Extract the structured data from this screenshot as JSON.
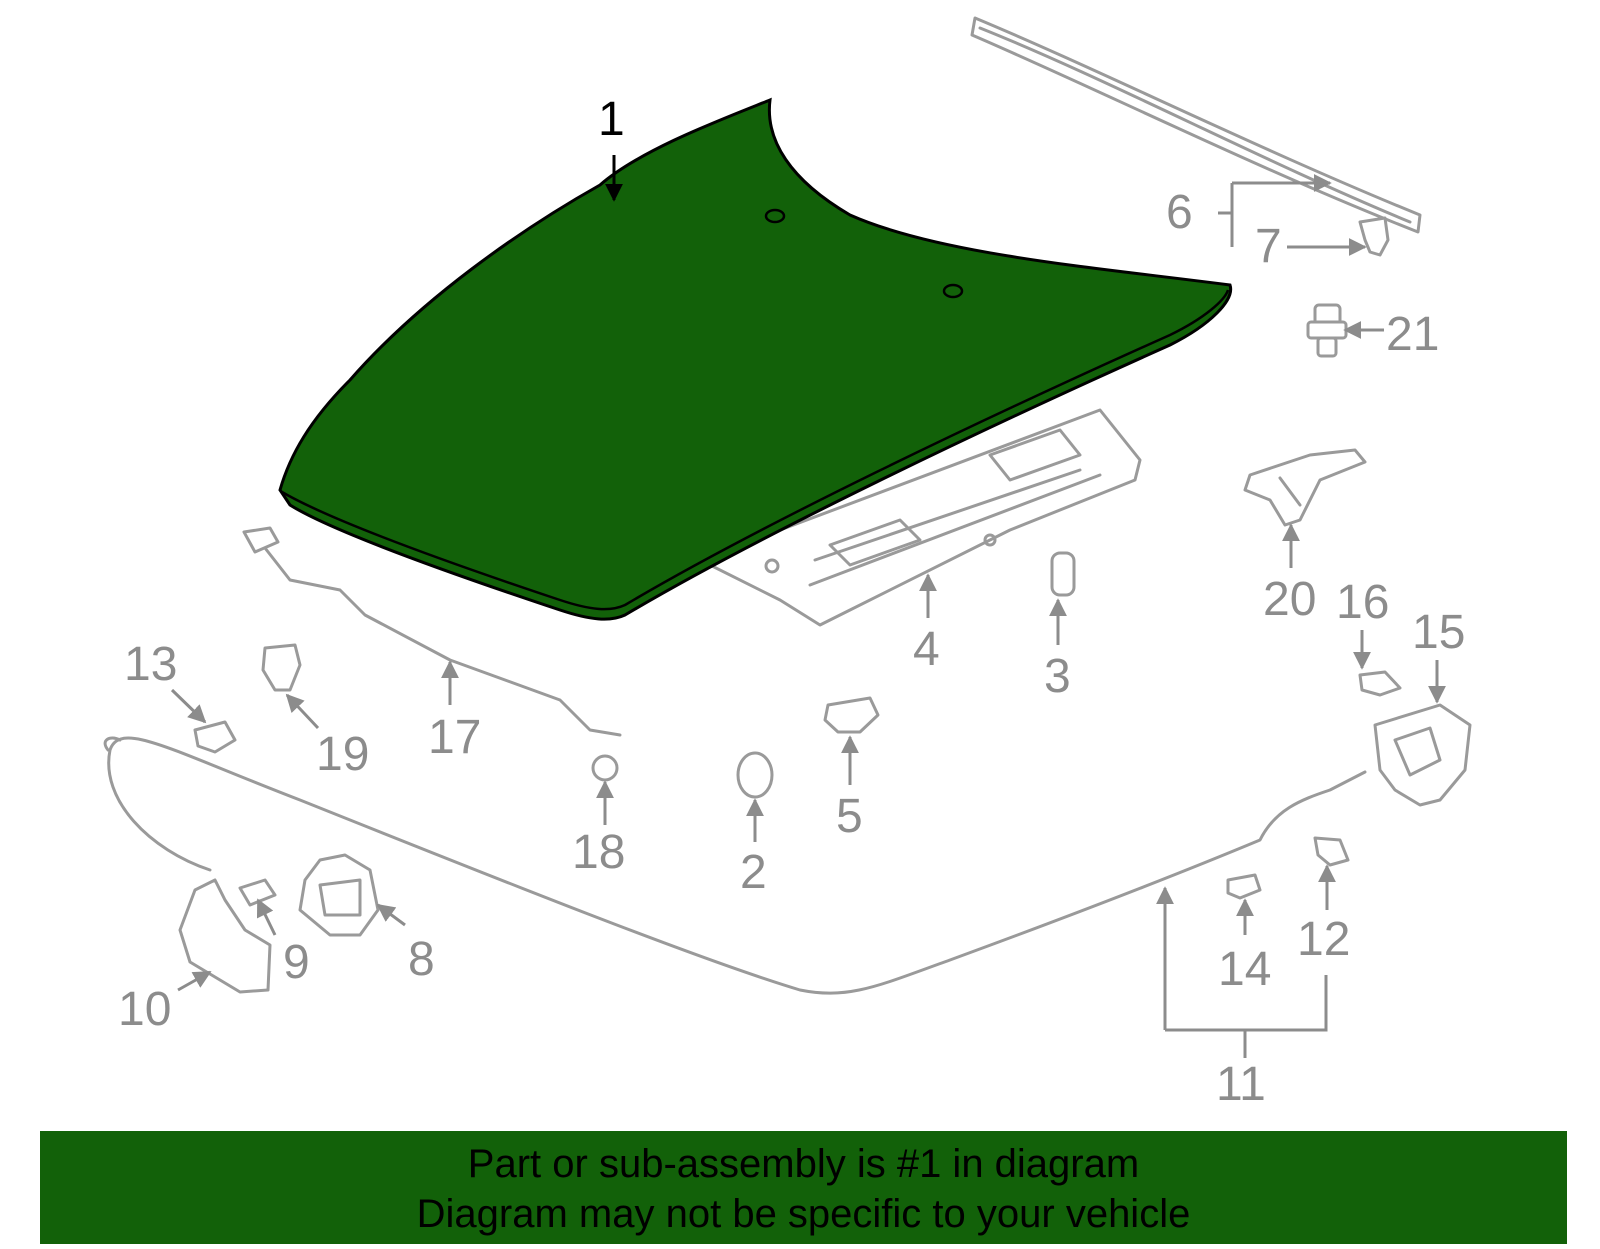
{
  "colors": {
    "highlight_fill": "#126109",
    "part_outline": "#9a9a9a",
    "label_gray": "#8c8c8c",
    "banner_bg": "#126109"
  },
  "callouts": {
    "p1": "1",
    "p2": "2",
    "p3": "3",
    "p4": "4",
    "p5": "5",
    "p6": "6",
    "p7": "7",
    "p8": "8",
    "p9": "9",
    "p10": "10",
    "p11": "11",
    "p12": "12",
    "p13": "13",
    "p14": "14",
    "p15": "15",
    "p16": "16",
    "p17": "17",
    "p18": "18",
    "p19": "19",
    "p20": "20",
    "p21": "21"
  },
  "highlighted_part": "1",
  "footer": {
    "line1": "Part or sub-assembly is #1 in diagram",
    "line2": "Diagram may not be specific to your vehicle"
  }
}
